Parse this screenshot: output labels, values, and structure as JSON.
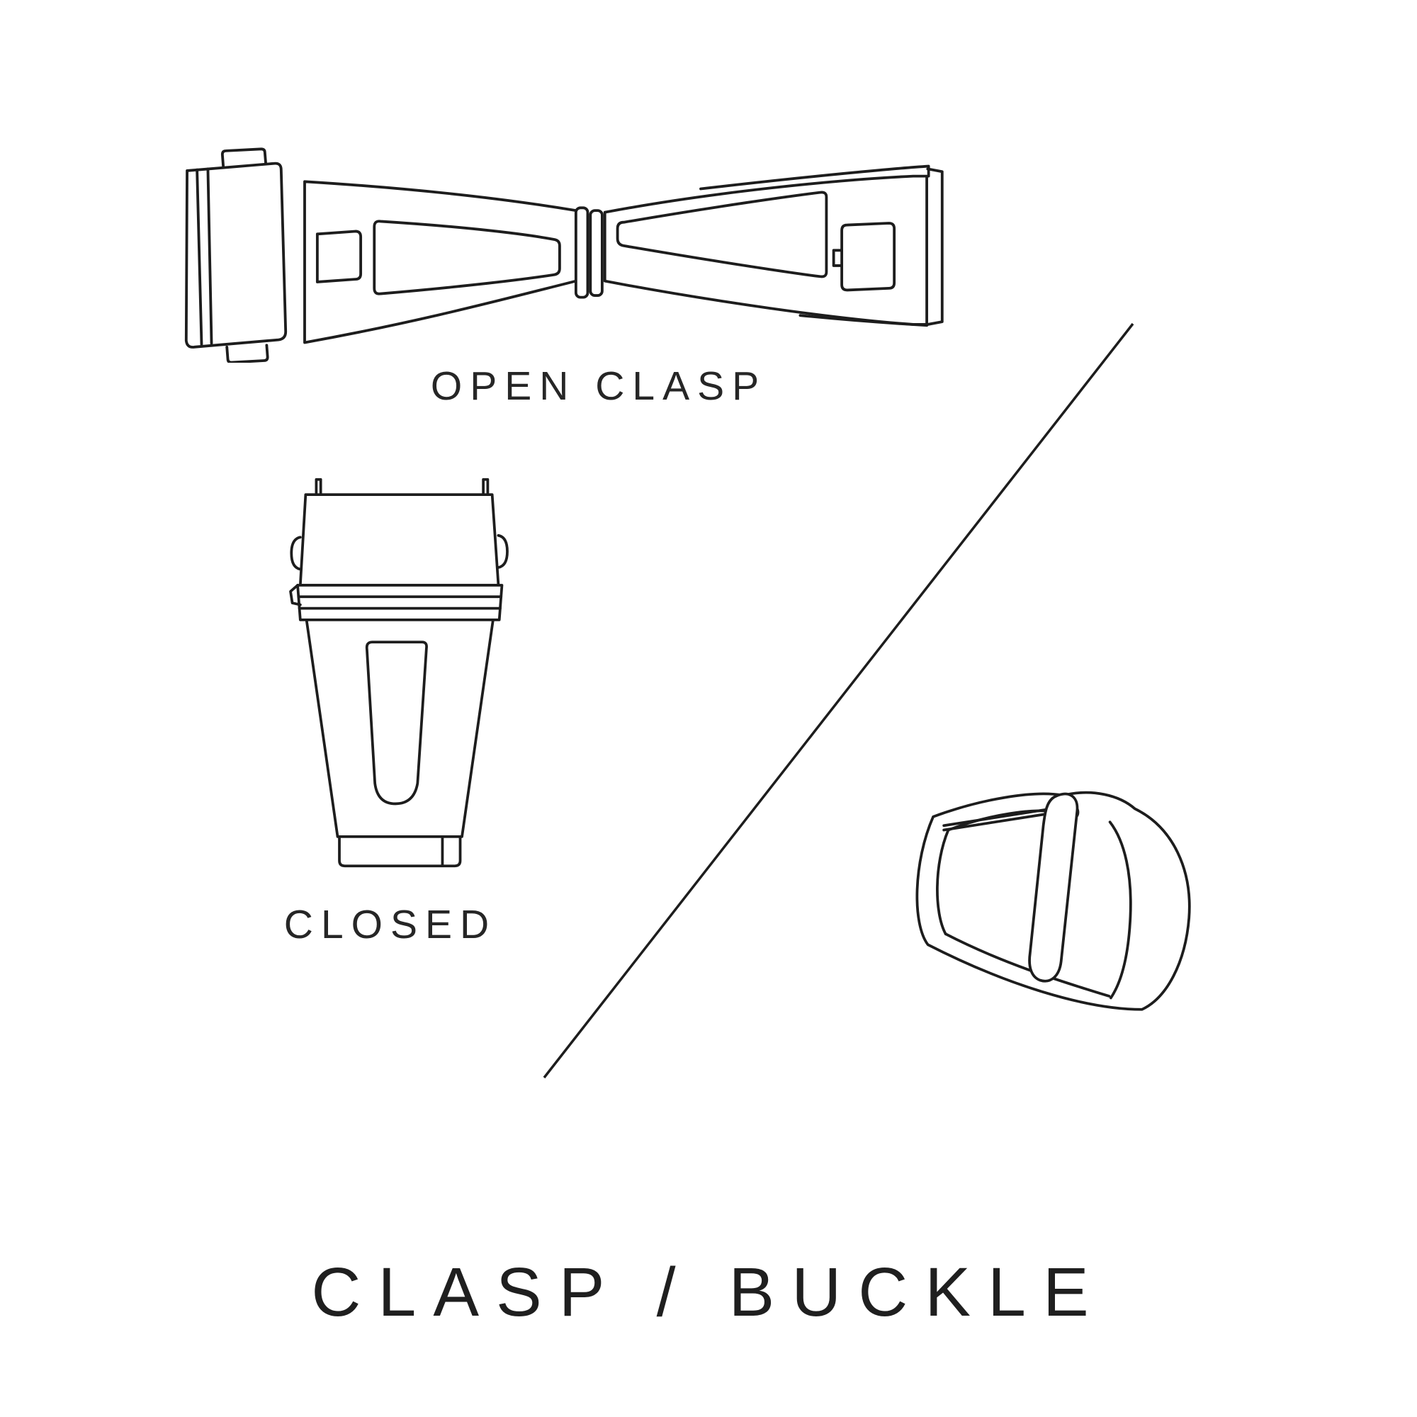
{
  "canvas": {
    "background": "#ffffff",
    "line_color": "#1d1d1d"
  },
  "captions": {
    "open_clasp": "OPEN CLASP",
    "closed": "CLOSED"
  },
  "title": "CLASP / BUCKLE",
  "icons": {
    "open_clasp_illustration": "open-deployant-clasp-line-drawing",
    "closed_clasp_illustration": "closed-deployant-clasp-line-drawing",
    "buckle_illustration": "tang-buckle-line-drawing",
    "divider": "diagonal-divider-line"
  }
}
